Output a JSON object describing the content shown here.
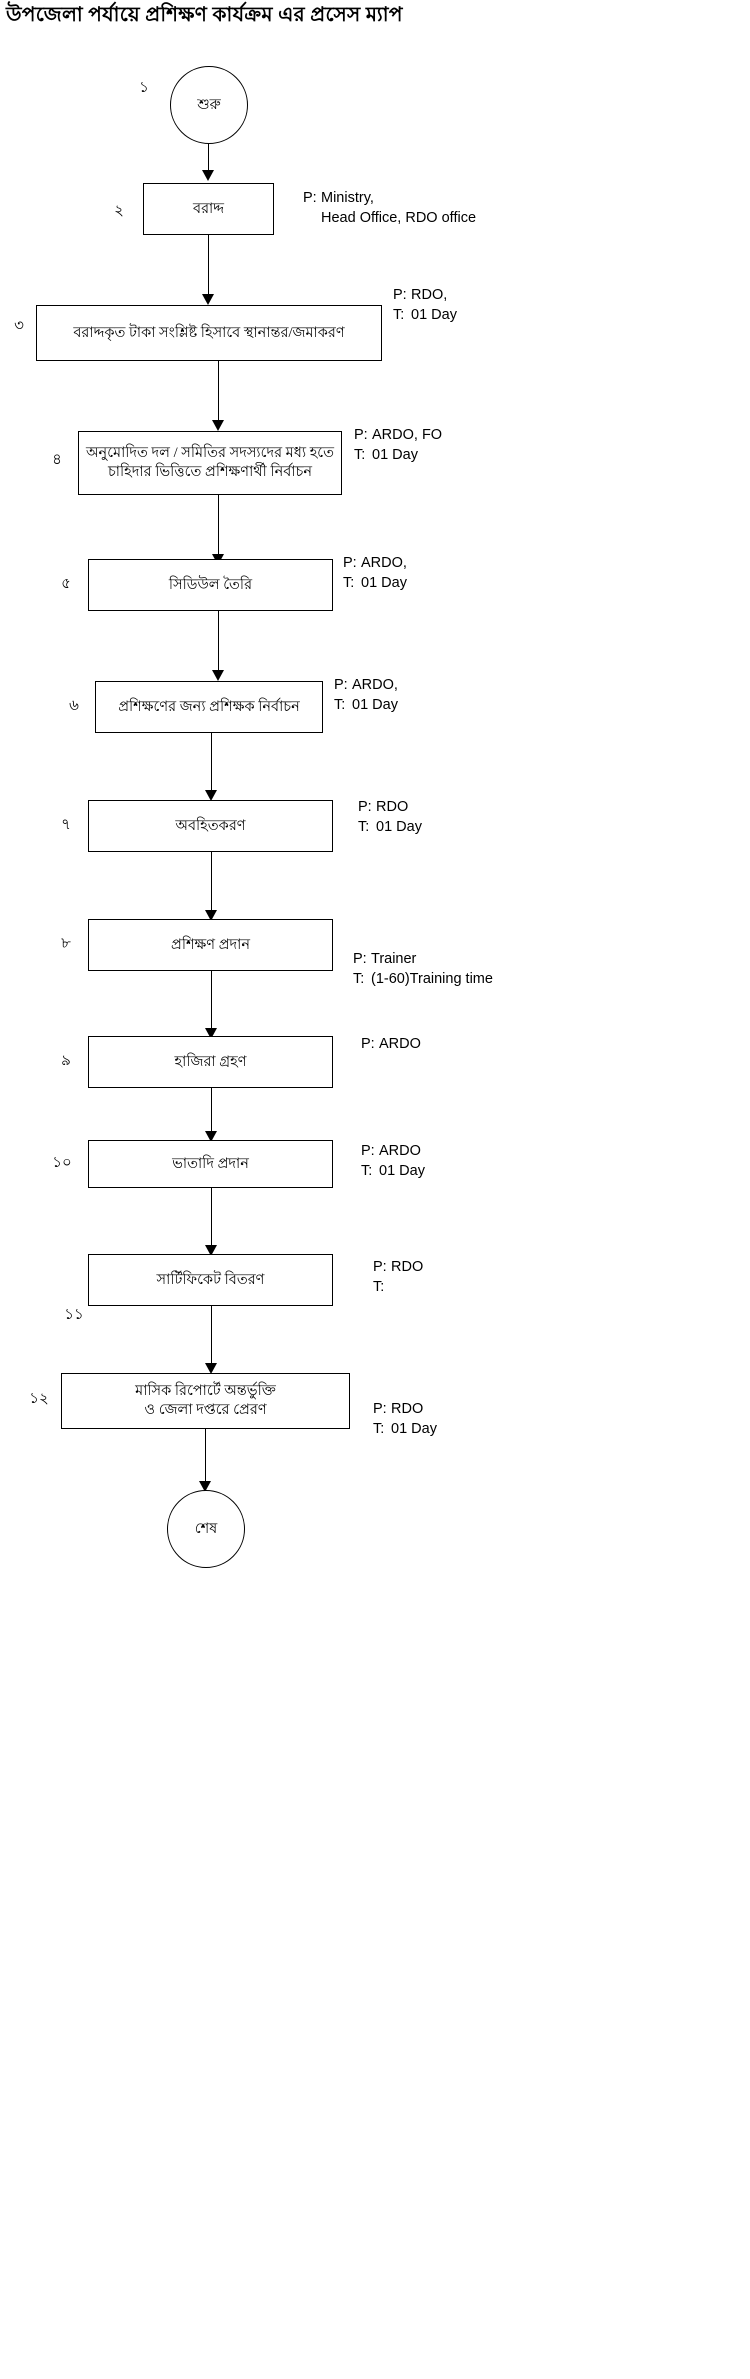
{
  "title": "উপজেলা পর্যায়ে প্রশিক্ষণ কার্যক্রম এর প্রসেস ম্যাপ",
  "colors": {
    "stroke": "#000000",
    "background": "#ffffff",
    "text": "#000000"
  },
  "chart_data": {
    "type": "diagram",
    "title": "উপজেলা পর্যায়ে প্রশিক্ষণ কার্যক্রম এর প্রসেস ম্যাপ",
    "orientation": "top-to-bottom",
    "node_count": 14,
    "edge_count": 13
  },
  "nodes": [
    {
      "id": "start",
      "shape": "circle",
      "index": "১",
      "label": "শুরু",
      "label_line2": "",
      "annotation": null
    },
    {
      "id": "step2",
      "shape": "rect",
      "index": "২",
      "label": "বরাদ্দ",
      "label_line2": "",
      "annotation": {
        "p_key": "P:",
        "p_value": "Ministry,",
        "t_key": "",
        "t_value": "Head Office, RDO office"
      }
    },
    {
      "id": "step3",
      "shape": "rect",
      "index": "৩",
      "label": "বরাদ্দকৃত টাকা সংশ্লিষ্ট হিসাবে স্থানান্তর/জমাকরণ",
      "label_line2": "",
      "annotation": {
        "p_key": "P:",
        "p_value": "RDO,",
        "t_key": "T:",
        "t_value": "01 Day"
      }
    },
    {
      "id": "step4",
      "shape": "rect",
      "index": "৪",
      "label": "অনুমোদিত দল / সমিতির সদস্যদের মধ্য হতে",
      "label_line2": "চাহিদার ভিত্তিতে প্রশিক্ষণার্থী নির্বাচন",
      "annotation": {
        "p_key": "P:",
        "p_value": "ARDO, FO",
        "t_key": "T:",
        "t_value": "01 Day"
      }
    },
    {
      "id": "step5",
      "shape": "rect",
      "index": "৫",
      "label": "সিডিউল তৈরি",
      "label_line2": "",
      "annotation": {
        "p_key": "P:",
        "p_value": "ARDO,",
        "t_key": "T:",
        "t_value": "01 Day"
      }
    },
    {
      "id": "step6",
      "shape": "rect",
      "index": "৬",
      "label": "প্রশিক্ষণের জন্য প্রশিক্ষক নির্বাচন",
      "label_line2": "",
      "annotation": {
        "p_key": "P:",
        "p_value": "ARDO,",
        "t_key": "T:",
        "t_value": "01 Day"
      }
    },
    {
      "id": "step7",
      "shape": "rect",
      "index": "৭",
      "label": "অবহিতকরণ",
      "label_line2": "",
      "annotation": {
        "p_key": "P:",
        "p_value": "RDO",
        "t_key": "T:",
        "t_value": "01 Day"
      }
    },
    {
      "id": "step8",
      "shape": "rect",
      "index": "৮",
      "label": "প্রশিক্ষণ প্রদান",
      "label_line2": "",
      "annotation": {
        "p_key": "P:",
        "p_value": "Trainer",
        "t_key": "T:",
        "t_value": "(1-60)Training time"
      }
    },
    {
      "id": "step9",
      "shape": "rect",
      "index": "৯",
      "label": "হাজিরা গ্রহণ",
      "label_line2": "",
      "annotation": {
        "p_key": "P:",
        "p_value": "ARDO",
        "t_key": "",
        "t_value": ""
      }
    },
    {
      "id": "step10",
      "shape": "rect",
      "index": "১০",
      "label": "ভাতাদি প্রদান",
      "label_line2": "",
      "annotation": {
        "p_key": "P:",
        "p_value": "ARDO",
        "t_key": "T:",
        "t_value": "01 Day"
      }
    },
    {
      "id": "step11",
      "shape": "rect",
      "index": "১১",
      "label": "সার্টিফিকেট বিতরণ",
      "label_line2": "",
      "annotation": {
        "p_key": "P:",
        "p_value": "RDO",
        "t_key": "T:",
        "t_value": ""
      }
    },
    {
      "id": "step12",
      "shape": "rect",
      "index": "১২",
      "label": "মাসিক রিপোর্টে অন্তর্ভুক্তি",
      "label_line2": "ও জেলা দপ্তরে প্রেরণ",
      "annotation": {
        "p_key": "P:",
        "p_value": "RDO",
        "t_key": "T:",
        "t_value": "01 Day"
      }
    },
    {
      "id": "end",
      "shape": "circle",
      "index": "",
      "label": "শেষ",
      "label_line2": "",
      "annotation": null
    }
  ]
}
